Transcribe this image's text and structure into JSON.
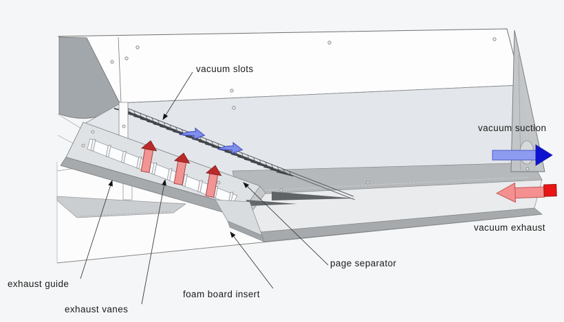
{
  "figure": {
    "type": "technical-illustration",
    "subject": "vacuum page separator mechanism"
  },
  "labels": {
    "vacuum_slots": "vacuum slots",
    "vacuum_suction": "vacuum suction",
    "vacuum_exhaust": "vacuum exhaust",
    "page_separator": "page separator",
    "foam_board_insert": "foam board insert",
    "exhaust_vanes": "exhaust vanes",
    "exhaust_guide": "exhaust guide"
  },
  "colors": {
    "background": "#f5f6f7",
    "bed_panel": "#e3e6ea",
    "back_wall": "#fdfdfe",
    "suction_arrow_body": "#8d9bf0",
    "suction_arrow_head": "#0d13cf",
    "exhaust_arrow_body": "#f59090",
    "exhaust_arrow_tail": "#e81616",
    "slot_inflow_arrow": "#7f8eea",
    "vane_outflow_body": "#f29494",
    "vane_outflow_head": "#bb2a2a"
  },
  "flow": {
    "suction_direction": "right",
    "exhaust_direction": "left"
  }
}
